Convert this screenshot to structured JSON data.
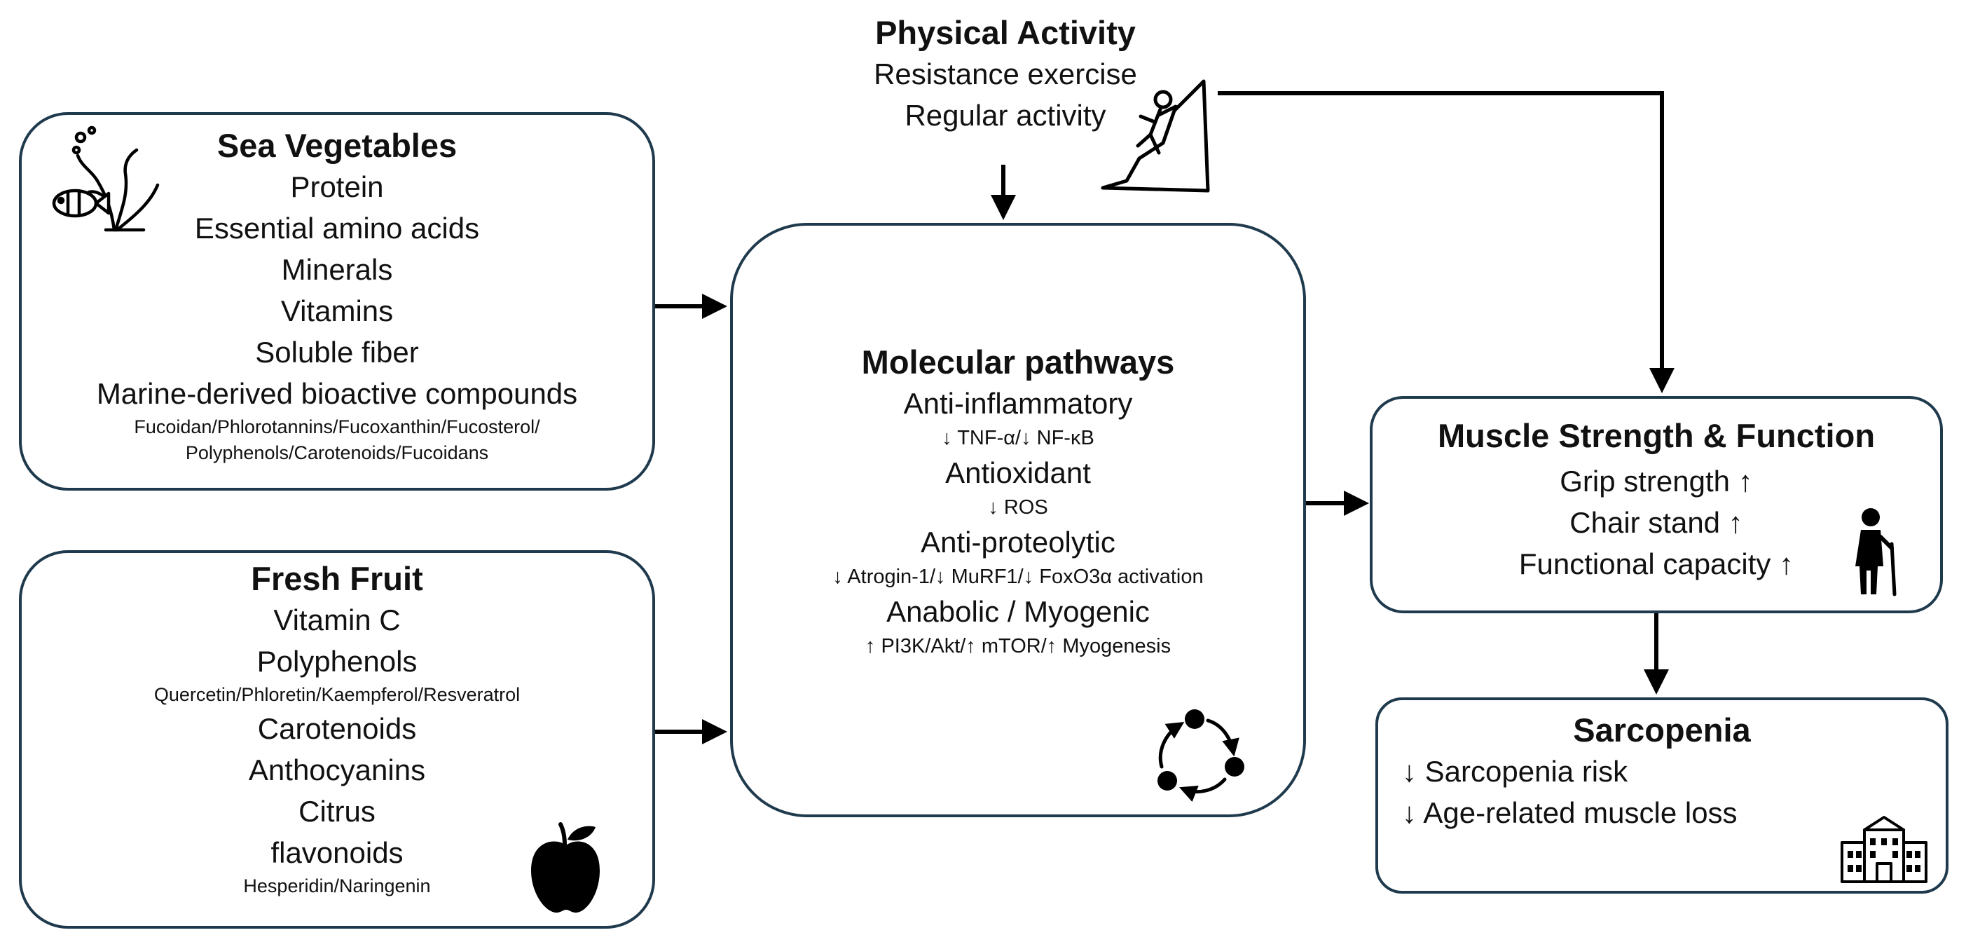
{
  "physical_activity": {
    "title": "Physical Activity",
    "items": [
      "Resistance exercise",
      "Regular activity"
    ]
  },
  "sea_vegetables": {
    "title": "Sea Vegetables",
    "items": [
      "Protein",
      "Essential amino acids",
      "Minerals",
      "Vitamins",
      "Soluble fiber",
      "Marine-derived bioactive compounds"
    ],
    "compounds_line1": "Fucoidan/Phlorotannins/Fucoxanthin/Fucosterol/",
    "compounds_line2": "Polyphenols/Carotenoids/Fucoidans"
  },
  "fresh_fruit": {
    "title": "Fresh Fruit",
    "item1": "Vitamin C",
    "item2": "Polyphenols",
    "polyphenols_detail": "Quercetin/Phloretin/Kaempferol/Resveratrol",
    "item3": "Carotenoids",
    "item4": "Anthocyanins",
    "item5": "Citrus",
    "item6": "flavonoids",
    "flavonoids_detail": "Hesperidin/Naringenin"
  },
  "molecular_pathways": {
    "title": "Molecular pathways",
    "pathways": [
      {
        "name": "Anti-inflammatory",
        "detail": "↓ TNF-α/↓ NF-κB"
      },
      {
        "name": "Antioxidant",
        "detail": "↓ ROS"
      },
      {
        "name": "Anti-proteolytic",
        "detail": "↓ Atrogin-1/↓ MuRF1/↓ FoxO3α activation"
      },
      {
        "name": "Anabolic / Myogenic",
        "detail": "↑ PI3K/Akt/↑ mTOR/↑ Myogenesis"
      }
    ]
  },
  "muscle": {
    "title": "Muscle Strength & Function",
    "items": [
      "Grip strength ↑",
      "Chair stand ↑",
      "Functional capacity ↑"
    ]
  },
  "sarcopenia": {
    "title": "Sarcopenia",
    "items": [
      "↓ Sarcopenia risk",
      "↓ Age-related muscle loss"
    ]
  },
  "icons": {
    "sea": "coral-fish-icon",
    "climber": "climber-icon",
    "apple": "apple-icon",
    "cycle": "cycle-icon",
    "elderly": "elderly-person-icon",
    "building": "building-icon"
  },
  "colors": {
    "border": "#1f3a4d",
    "arrow": "#000000"
  }
}
